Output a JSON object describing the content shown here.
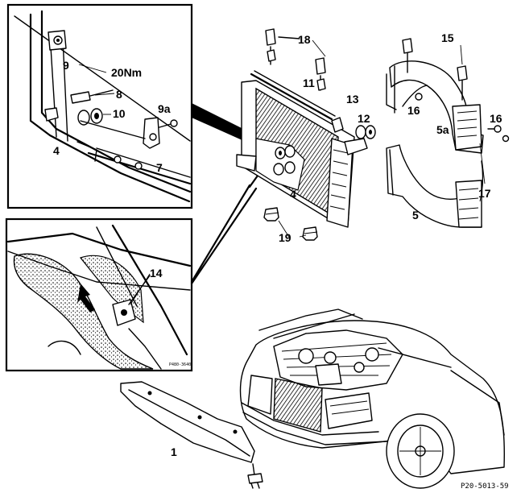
{
  "labels": {
    "l9": "9",
    "l20nm": "20Nm",
    "l8": "8",
    "l10": "10",
    "l9a": "9a",
    "l4a": "4",
    "l7": "7",
    "l14": "14",
    "l18": "18",
    "l11": "11",
    "l13": "13",
    "l12": "12",
    "l4": "4",
    "l19": "19",
    "l15": "15",
    "l16a": "16",
    "l16b": "16",
    "l5a": "5a",
    "l17": "17",
    "l5": "5",
    "l1": "1",
    "inset_ref": "P480-3640",
    "figure_ref": "P20-5013-59"
  }
}
